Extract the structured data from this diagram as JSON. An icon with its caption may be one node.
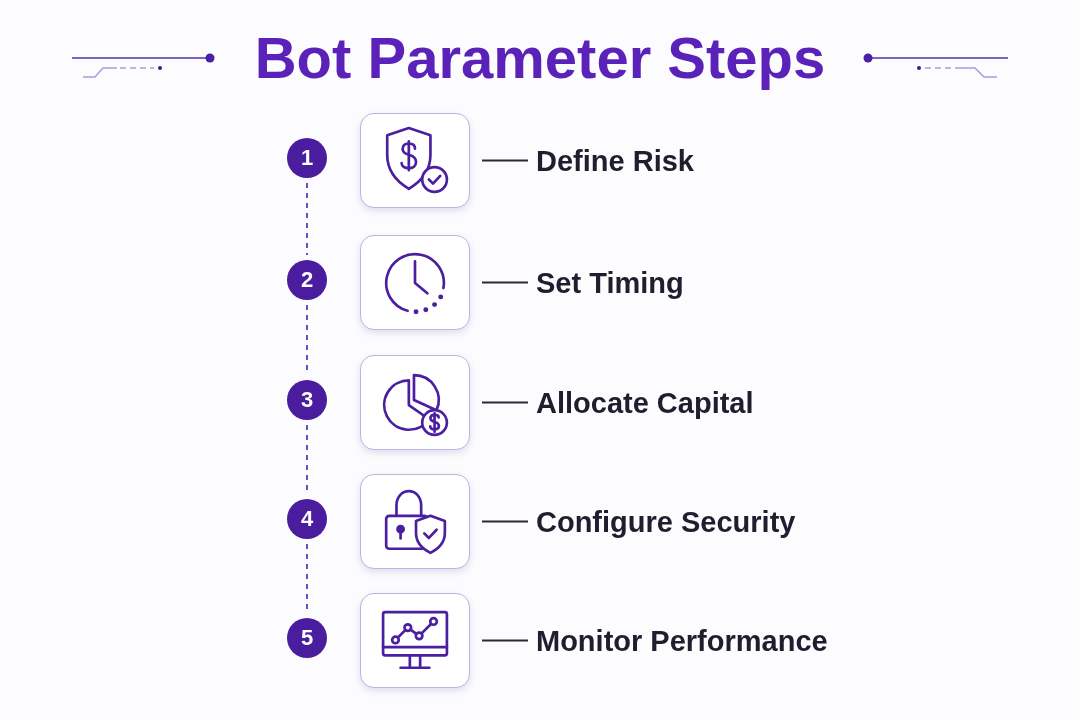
{
  "diagram": {
    "title": "Bot Parameter Steps",
    "nodes": [
      {
        "text": [
          "1"
        ]
      },
      {
        "text": [],
        "shape": "box"
      },
      {
        "text": [
          "Define Risk"
        ]
      },
      {
        "text": [
          "2"
        ]
      },
      {
        "text": [],
        "shape": "box"
      },
      {
        "text": [
          "Set Timing"
        ]
      },
      {
        "text": [
          "3"
        ]
      },
      {
        "text": [],
        "shape": "box"
      },
      {
        "text": [
          "Allocate Capital"
        ]
      },
      {
        "text": [
          "4"
        ]
      },
      {
        "text": [],
        "shape": "box"
      },
      {
        "text": [
          "Configure Security"
        ]
      },
      {
        "text": [
          "5"
        ]
      },
      {
        "text": [],
        "shape": "box"
      },
      {
        "text": [
          "Monitor Performance"
        ]
      }
    ],
    "edges": [
      {
        "from": 0,
        "to": 3,
        "arrow": "none",
        "style": "dashed",
        "color": "#6a4fc2"
      },
      {
        "from": 3,
        "to": 6,
        "arrow": "none",
        "style": "dashed",
        "color": "#6a4fc2"
      },
      {
        "from": 6,
        "to": 9,
        "arrow": "none",
        "style": "dashed",
        "color": "#6a4fc2"
      },
      {
        "from": 9,
        "to": 12,
        "arrow": "none",
        "style": "dashed",
        "color": "#6a4fc2"
      },
      {
        "from": 1,
        "to": 2,
        "arrow": "none"
      },
      {
        "from": 4,
        "to": 5,
        "arrow": "none"
      },
      {
        "from": 7,
        "to": 8,
        "arrow": "none"
      },
      {
        "from": 10,
        "to": 11,
        "arrow": "none"
      },
      {
        "from": 13,
        "to": 14,
        "arrow": "none"
      }
    ]
  }
}
